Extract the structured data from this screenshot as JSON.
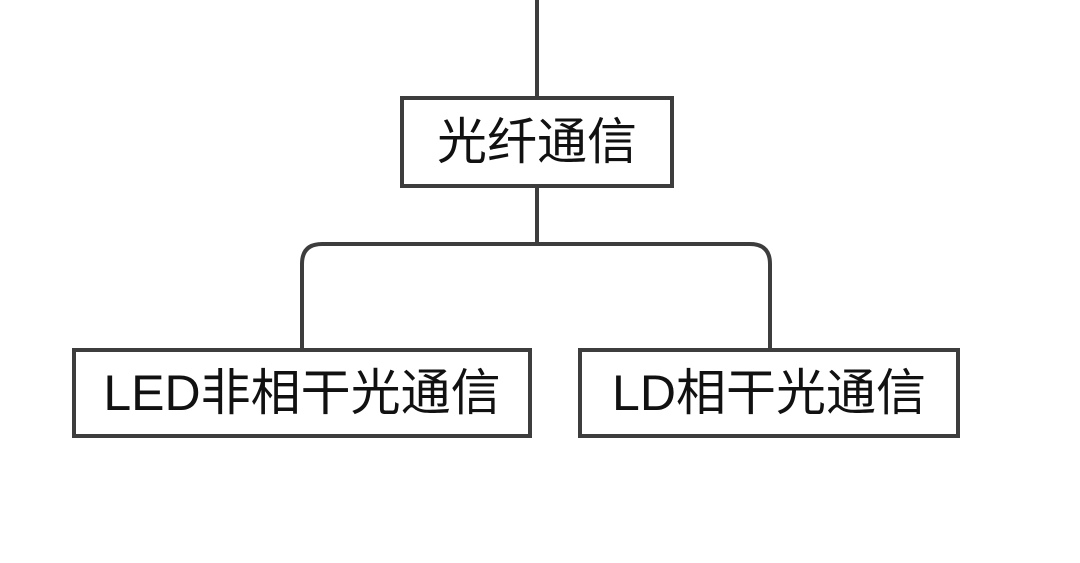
{
  "diagram": {
    "type": "tree-flowchart",
    "background_color": "#ffffff",
    "line_color": "#3d3d3d",
    "text_color": "#111111",
    "nodes": {
      "root": {
        "label": "光纤通信"
      },
      "left_child": {
        "label": "LED非相干光通信"
      },
      "right_child": {
        "label": "LD相干光通信"
      }
    },
    "edges": [
      {
        "from": "top-of-page",
        "to": "root"
      },
      {
        "from": "root",
        "to": "left_child"
      },
      {
        "from": "root",
        "to": "right_child"
      }
    ]
  }
}
